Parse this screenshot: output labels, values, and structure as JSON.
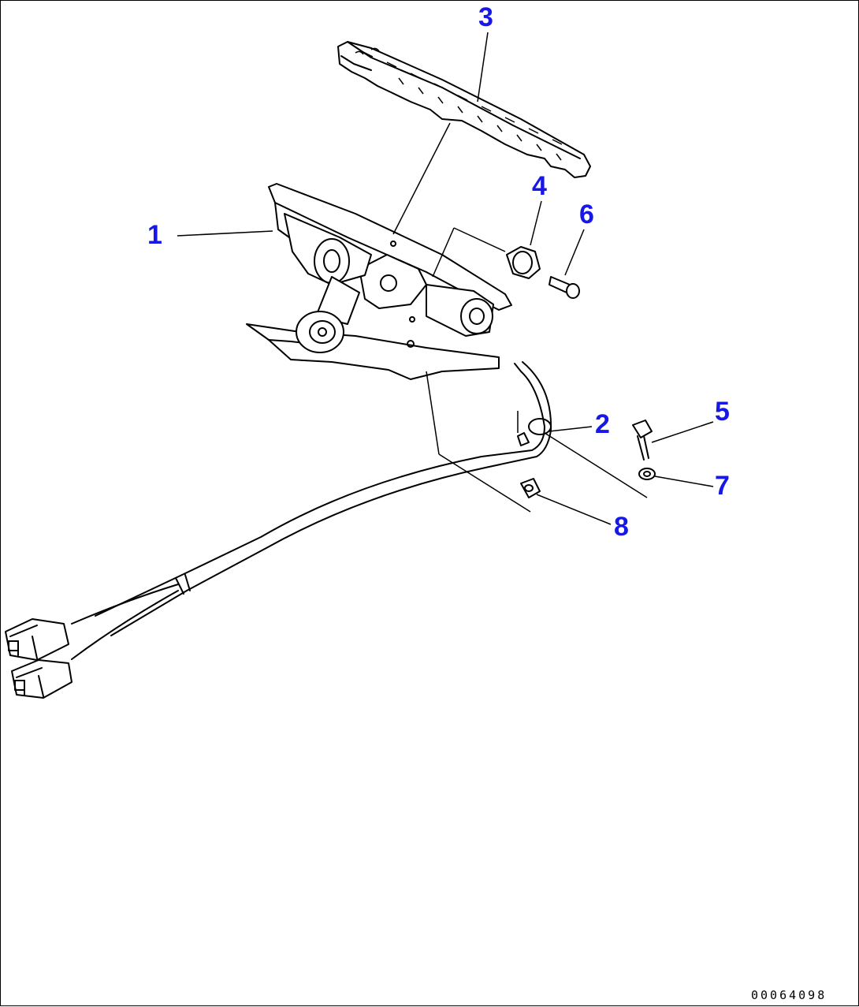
{
  "callouts": {
    "c1": "1",
    "c2": "2",
    "c3": "3",
    "c4": "4",
    "c5": "5",
    "c6": "6",
    "c7": "7",
    "c8": "8"
  },
  "drawing_number": "00064098",
  "colors": {
    "callout": "#1818e6",
    "line": "#000000",
    "background": "#ffffff"
  }
}
